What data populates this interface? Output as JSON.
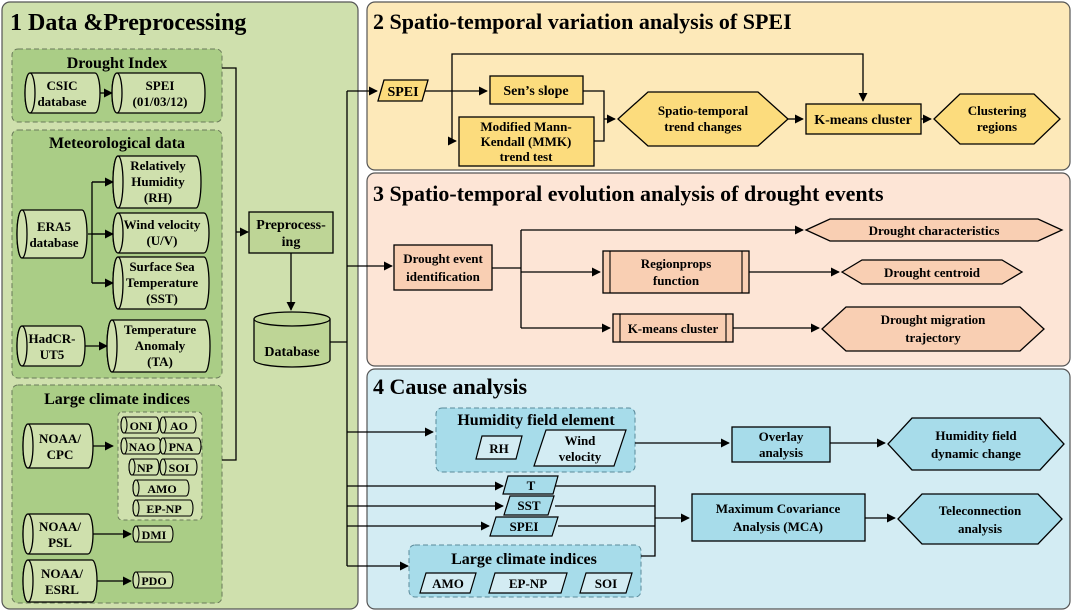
{
  "sections": {
    "s1": {
      "title": "1 Data &Preprocessing"
    },
    "s2": {
      "title": "2 Spatio-temporal variation analysis of SPEI"
    },
    "s3": {
      "title": "3 Spatio-temporal evolution analysis of drought events"
    },
    "s4": {
      "title": "4 Cause analysis"
    }
  },
  "drought_index": {
    "title": "Drought Index",
    "csic": [
      "CSIC",
      "database"
    ],
    "spei": [
      "SPEI",
      "(01/03/12)"
    ]
  },
  "meteorological": {
    "title": "Meteorological data",
    "era5": [
      "ERA5",
      "database"
    ],
    "rh": [
      "Relatively",
      "Humidity",
      "(RH)"
    ],
    "wind": [
      "Wind velocity",
      "(U/V)"
    ],
    "sst": [
      "Surface Sea",
      "Temperature",
      "(SST)"
    ],
    "hadcrut": [
      "HadCR-",
      "UT5"
    ],
    "ta": [
      "Temperature",
      "Anomaly",
      "(TA)"
    ]
  },
  "climate_indices": {
    "title": "Large climate indices",
    "noaa_cpc": [
      "NOAA/",
      "CPC"
    ],
    "oni": "ONI",
    "ao": "AO",
    "nao": "NAO",
    "pna": "PNA",
    "np": "NP",
    "soi": "SOI",
    "amo": "AMO",
    "ep_np": "EP-NP",
    "noaa_psl": [
      "NOAA/",
      "PSL"
    ],
    "dmi": "DMI",
    "noaa_esrl": [
      "NOAA/",
      "ESRL"
    ],
    "pdo": "PDO"
  },
  "preprocessing": [
    "Preprocess-",
    "ing"
  ],
  "database": "Database",
  "s2_nodes": {
    "spei": "SPEI",
    "sens": "Sen’s slope",
    "mmk": [
      "Modified Mann-",
      "Kendall (MMK)",
      "trend test"
    ],
    "trend": [
      "Spatio-temporal",
      "trend changes"
    ],
    "kmeans": "K-means cluster",
    "clustering": [
      "Clustering",
      "regions"
    ]
  },
  "s3_nodes": {
    "identification": [
      "Drought event",
      "identification"
    ],
    "characteristics": "Drought characteristics",
    "regionprops": [
      "Regionprops",
      "function"
    ],
    "centroid": "Drought centroid",
    "kmeans": "K-means cluster",
    "migration": [
      "Drought migration",
      "trajectory"
    ]
  },
  "s4_nodes": {
    "humidity_group": "Humidity field element",
    "rh": "RH",
    "wind": [
      "Wind",
      "velocity"
    ],
    "overlay": [
      "Overlay",
      "analysis"
    ],
    "humidity_dynamic": [
      "Humidity field",
      "dynamic change"
    ],
    "t": "T",
    "sst": "SST",
    "spei": "SPEI",
    "mca": [
      "Maximum Covariance",
      "Analysis (MCA)"
    ],
    "teleconnection": [
      "Teleconnection",
      "analysis"
    ],
    "climate_group": "Large climate indices",
    "amo": "AMO",
    "ep_np": "EP-NP",
    "soi": "SOI"
  },
  "colors": {
    "s1_bg": "#cfe0ad",
    "s1_sub": "#aacd86",
    "s2_bg": "#fde9b9",
    "s3_bg": "#fde5d6",
    "s4_bg": "#d3ecf3",
    "yellow": "#fcdc7d",
    "orange": "#f9cfb3",
    "blue": "#a7dcea",
    "green_box": "#bed596"
  }
}
